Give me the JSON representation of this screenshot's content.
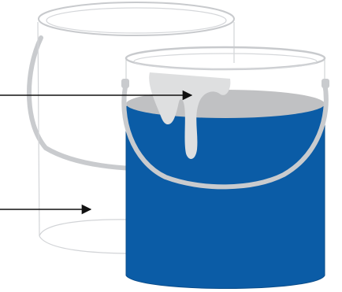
{
  "diagram": {
    "colors": {
      "background": "#ffffff",
      "paint_blue": "#0b5ca6",
      "paint_blue_dark": "#094c8a",
      "paint_surface": "#c0c1c3",
      "drip": "#dedfe0",
      "handle": "#c9cbce",
      "empty_can_outline": "#d2d4d7",
      "can_rim": "#c8cacd",
      "arrow": "#111111"
    },
    "elements": {
      "empty_can": "empty-paint-can",
      "full_can": "full-paint-can",
      "arrow_upper": "arrow-to-paint-surface",
      "arrow_lower": "arrow-to-empty-can"
    }
  }
}
